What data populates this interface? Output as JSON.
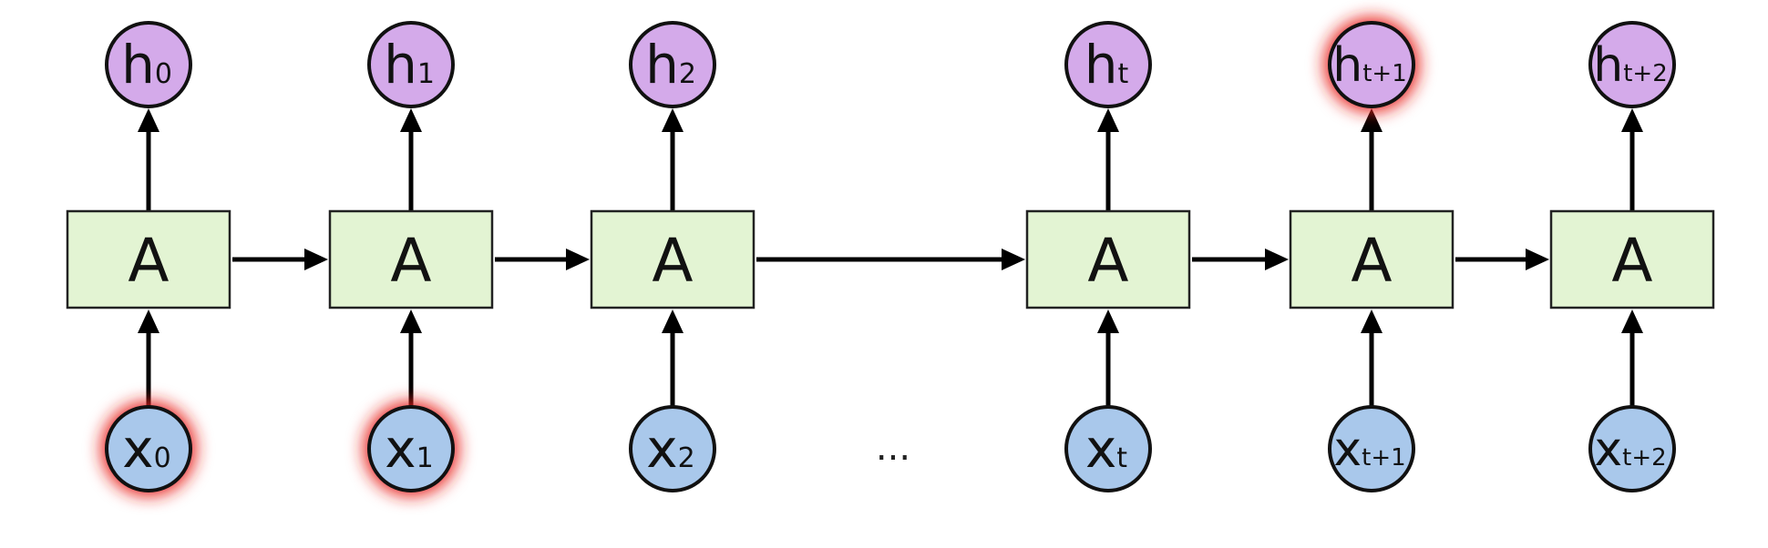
{
  "colors": {
    "cell_fill": "#e3f4d3",
    "output_fill": "#d4aaea",
    "input_fill": "#a9c8eb",
    "highlight_glow": "#e8231c",
    "stroke": "#000000"
  },
  "cell_label": "A",
  "ellipsis": "...",
  "steps": [
    {
      "h_main": "h",
      "h_sub": "0",
      "x_main": "x",
      "x_sub": "0",
      "h_highlight": false,
      "x_highlight": true
    },
    {
      "h_main": "h",
      "h_sub": "1",
      "x_main": "x",
      "x_sub": "1",
      "h_highlight": false,
      "x_highlight": true
    },
    {
      "h_main": "h",
      "h_sub": "2",
      "x_main": "x",
      "x_sub": "2",
      "h_highlight": false,
      "x_highlight": false
    },
    {
      "h_main": "h",
      "h_sub": "t",
      "x_main": "x",
      "x_sub": "t",
      "h_highlight": false,
      "x_highlight": false
    },
    {
      "h_main": "h",
      "h_sub": "t+1",
      "x_main": "x",
      "x_sub": "t+1",
      "h_highlight": true,
      "x_highlight": false
    },
    {
      "h_main": "h",
      "h_sub": "t+2",
      "x_main": "x",
      "x_sub": "t+2",
      "h_highlight": false,
      "x_highlight": false
    }
  ]
}
